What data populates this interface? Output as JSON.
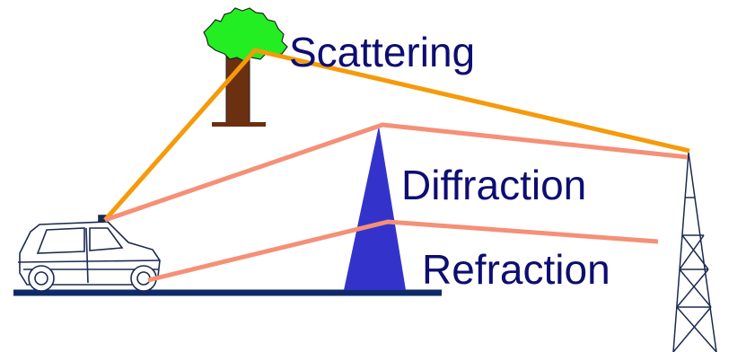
{
  "labels": {
    "scattering": "Scattering",
    "diffraction": "Diffraction",
    "refraction": "Refraction"
  },
  "colors": {
    "label_text": "#0d0d72",
    "scatter_ray": "#f59a0a",
    "diffract_ray": "#f59077",
    "ground": "#0d2a6a",
    "mountain": "#3333cc",
    "tree_foliage": "#22ee22",
    "tree_trunk": "#6b3010",
    "tower": "#1a2a50",
    "car_outline": "#1a2a50"
  }
}
